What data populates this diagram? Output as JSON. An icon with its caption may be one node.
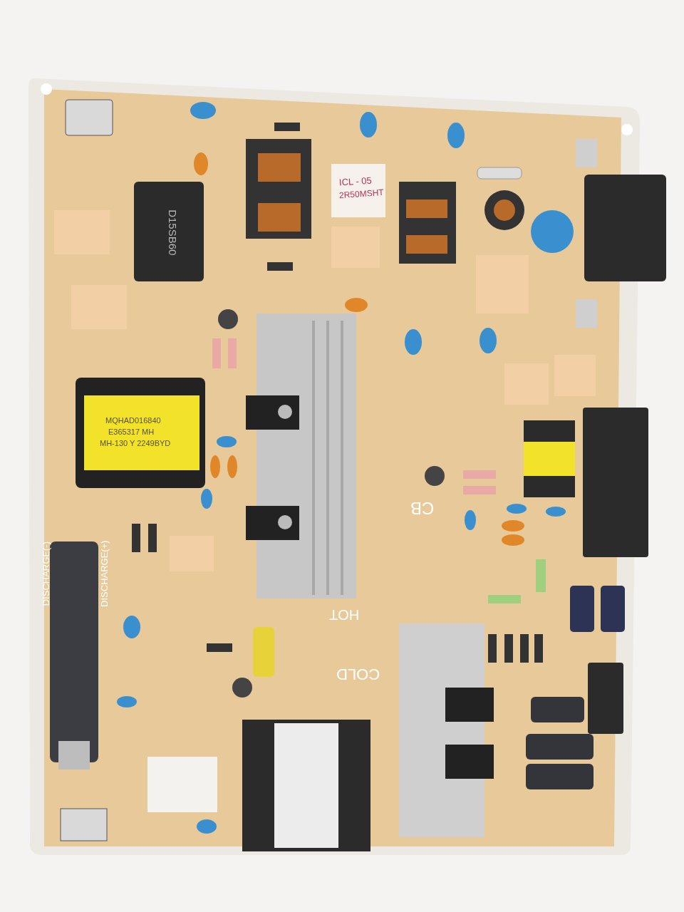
{
  "diagram": {
    "labels": [
      "D15SB60",
      "ICL - 05",
      "2R50MSHT",
      "MQHAD016840",
      "E365317 MH",
      "MH-130 Y 2249BYD",
      "CB",
      "DISCHARGE(-)",
      "DISCHARGE(+)",
      "HOT",
      "COLD"
    ]
  }
}
